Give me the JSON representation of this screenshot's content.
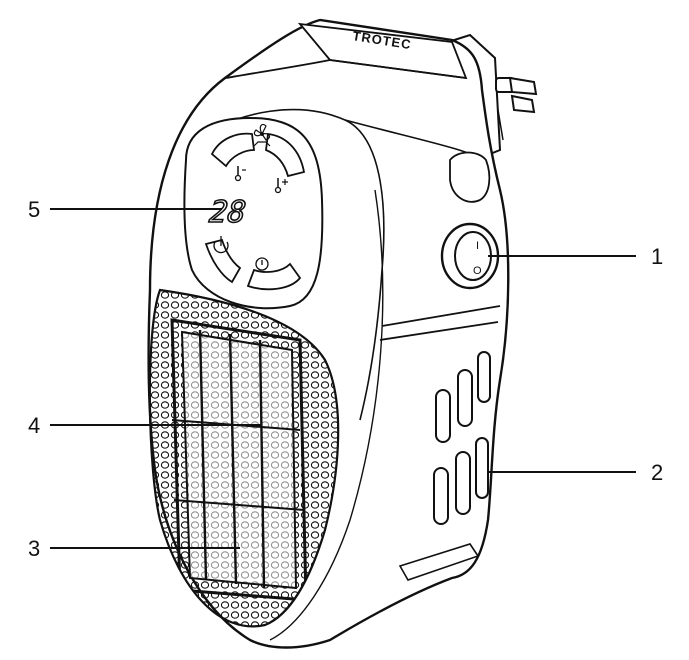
{
  "device": {
    "brand": "TROTEC",
    "display_value": "28",
    "switch_on_mark": "I",
    "switch_off_mark": "O"
  },
  "callouts": [
    {
      "label": "1",
      "name": "on-off-switch"
    },
    {
      "label": "2",
      "name": "air-inlet"
    },
    {
      "label": "3",
      "name": "housing"
    },
    {
      "label": "4",
      "name": "air-outlet-grille"
    },
    {
      "label": "5",
      "name": "control-panel"
    }
  ],
  "colors": {
    "line": "#111111",
    "background": "#ffffff",
    "shade": "#e9e9e9"
  },
  "icons": [
    "fan-icon",
    "heat-low-icon",
    "heat-high-icon",
    "power-icon",
    "timer-icon"
  ]
}
